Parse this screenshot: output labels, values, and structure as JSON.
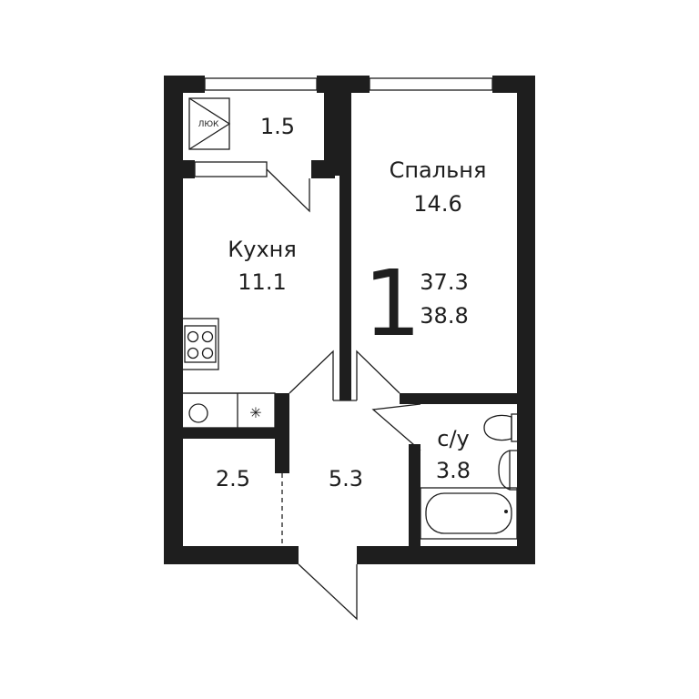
{
  "plan": {
    "rooms_count": "1",
    "area_living": "37.3",
    "area_total": "38.8",
    "rooms": [
      {
        "name": "",
        "area": "1.5"
      },
      {
        "name": "Спальня",
        "area": "14.6"
      },
      {
        "name": "Кухня",
        "area": "11.1"
      },
      {
        "name": "с/у",
        "area": "3.8"
      },
      {
        "name": "",
        "area": "2.5"
      },
      {
        "name": "",
        "area": "5.3"
      }
    ],
    "hatch_label": "ЛЮК"
  },
  "colors": {
    "wall": "#1e1e1e",
    "background": "#ffffff"
  }
}
